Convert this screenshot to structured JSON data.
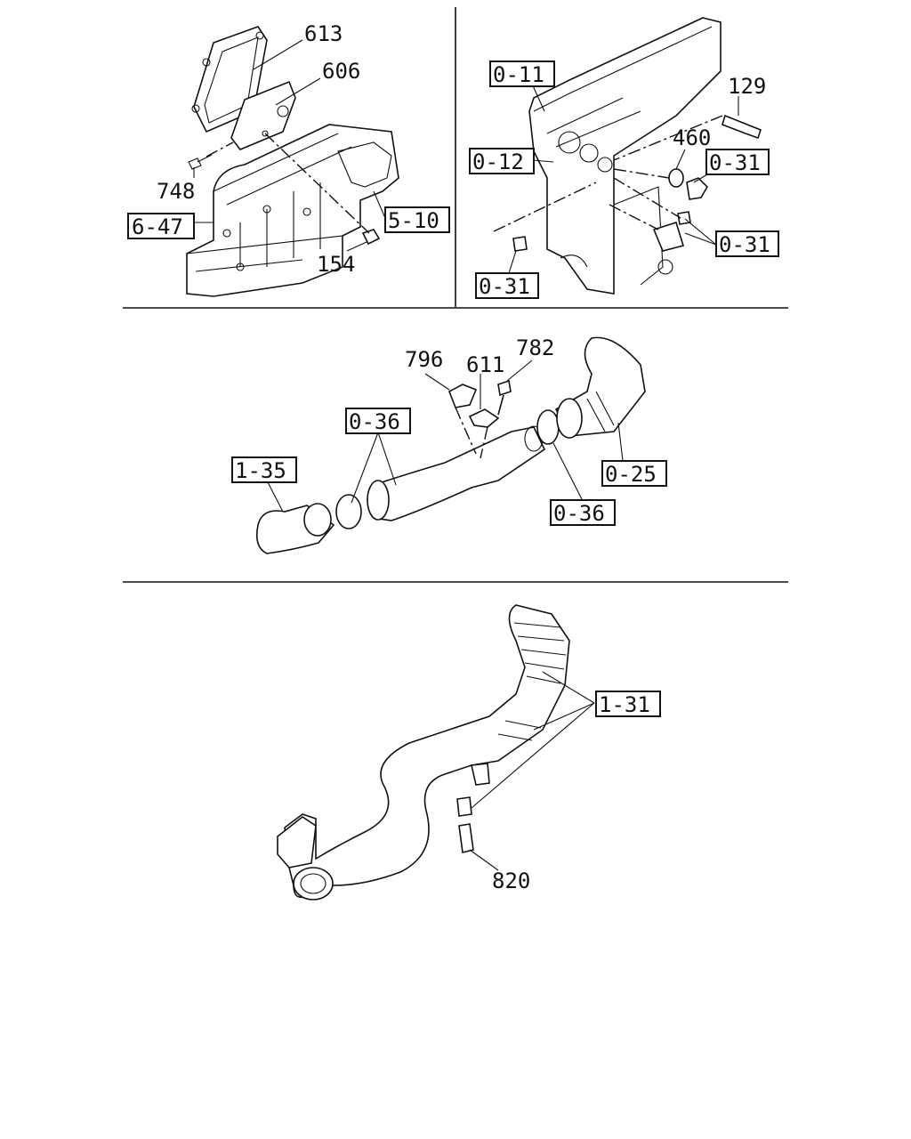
{
  "panel_top_left": {
    "labels": {
      "p613": "613",
      "p606": "606",
      "p748": "748",
      "p154": "154"
    },
    "refs": {
      "r647": "6-47",
      "r510": "5-10"
    }
  },
  "panel_top_right": {
    "labels": {
      "p129": "129",
      "p460": "460"
    },
    "refs": {
      "r011": "0-11",
      "r012": "0-12",
      "r031a": "0-31",
      "r031b": "0-31",
      "r031c": "0-31"
    }
  },
  "panel_middle": {
    "labels": {
      "p796": "796",
      "p611": "611",
      "p782": "782"
    },
    "refs": {
      "r036a": "0-36",
      "r036b": "0-36",
      "r135": "1-35",
      "r025": "0-25"
    }
  },
  "panel_bottom": {
    "labels": {
      "p820": "820"
    },
    "refs": {
      "r131": "1-31"
    }
  }
}
